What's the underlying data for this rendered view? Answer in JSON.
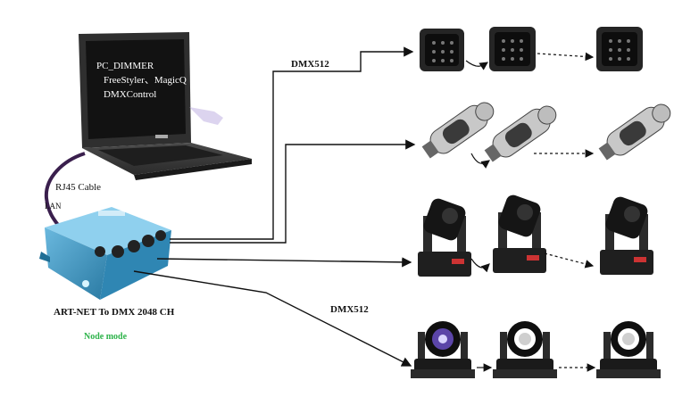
{
  "laptop": {
    "screen_lines": [
      "PC_DIMMER",
      "FreeStyler、MagicQ",
      "DMXControl"
    ]
  },
  "cable_labels": {
    "rj45": "RJ45 Cable",
    "lan": "LAN"
  },
  "node": {
    "title": "ART-NET To DMX 2048 CH",
    "mode": "Node mode"
  },
  "dmx_labels": [
    "DMX512",
    "DMX512"
  ],
  "fixture_rows": [
    {
      "type": "par-can",
      "count": 3
    },
    {
      "type": "scanner",
      "count": 3
    },
    {
      "type": "moving-head-spot",
      "count": 3
    },
    {
      "type": "moving-head-beam",
      "count": 3
    }
  ],
  "colors": {
    "node_body": "#3b8fb8",
    "screen": "#1a1a1a",
    "line": "#111111",
    "cable": "#3a1f4d",
    "node_mode_text": "#2db34a"
  }
}
